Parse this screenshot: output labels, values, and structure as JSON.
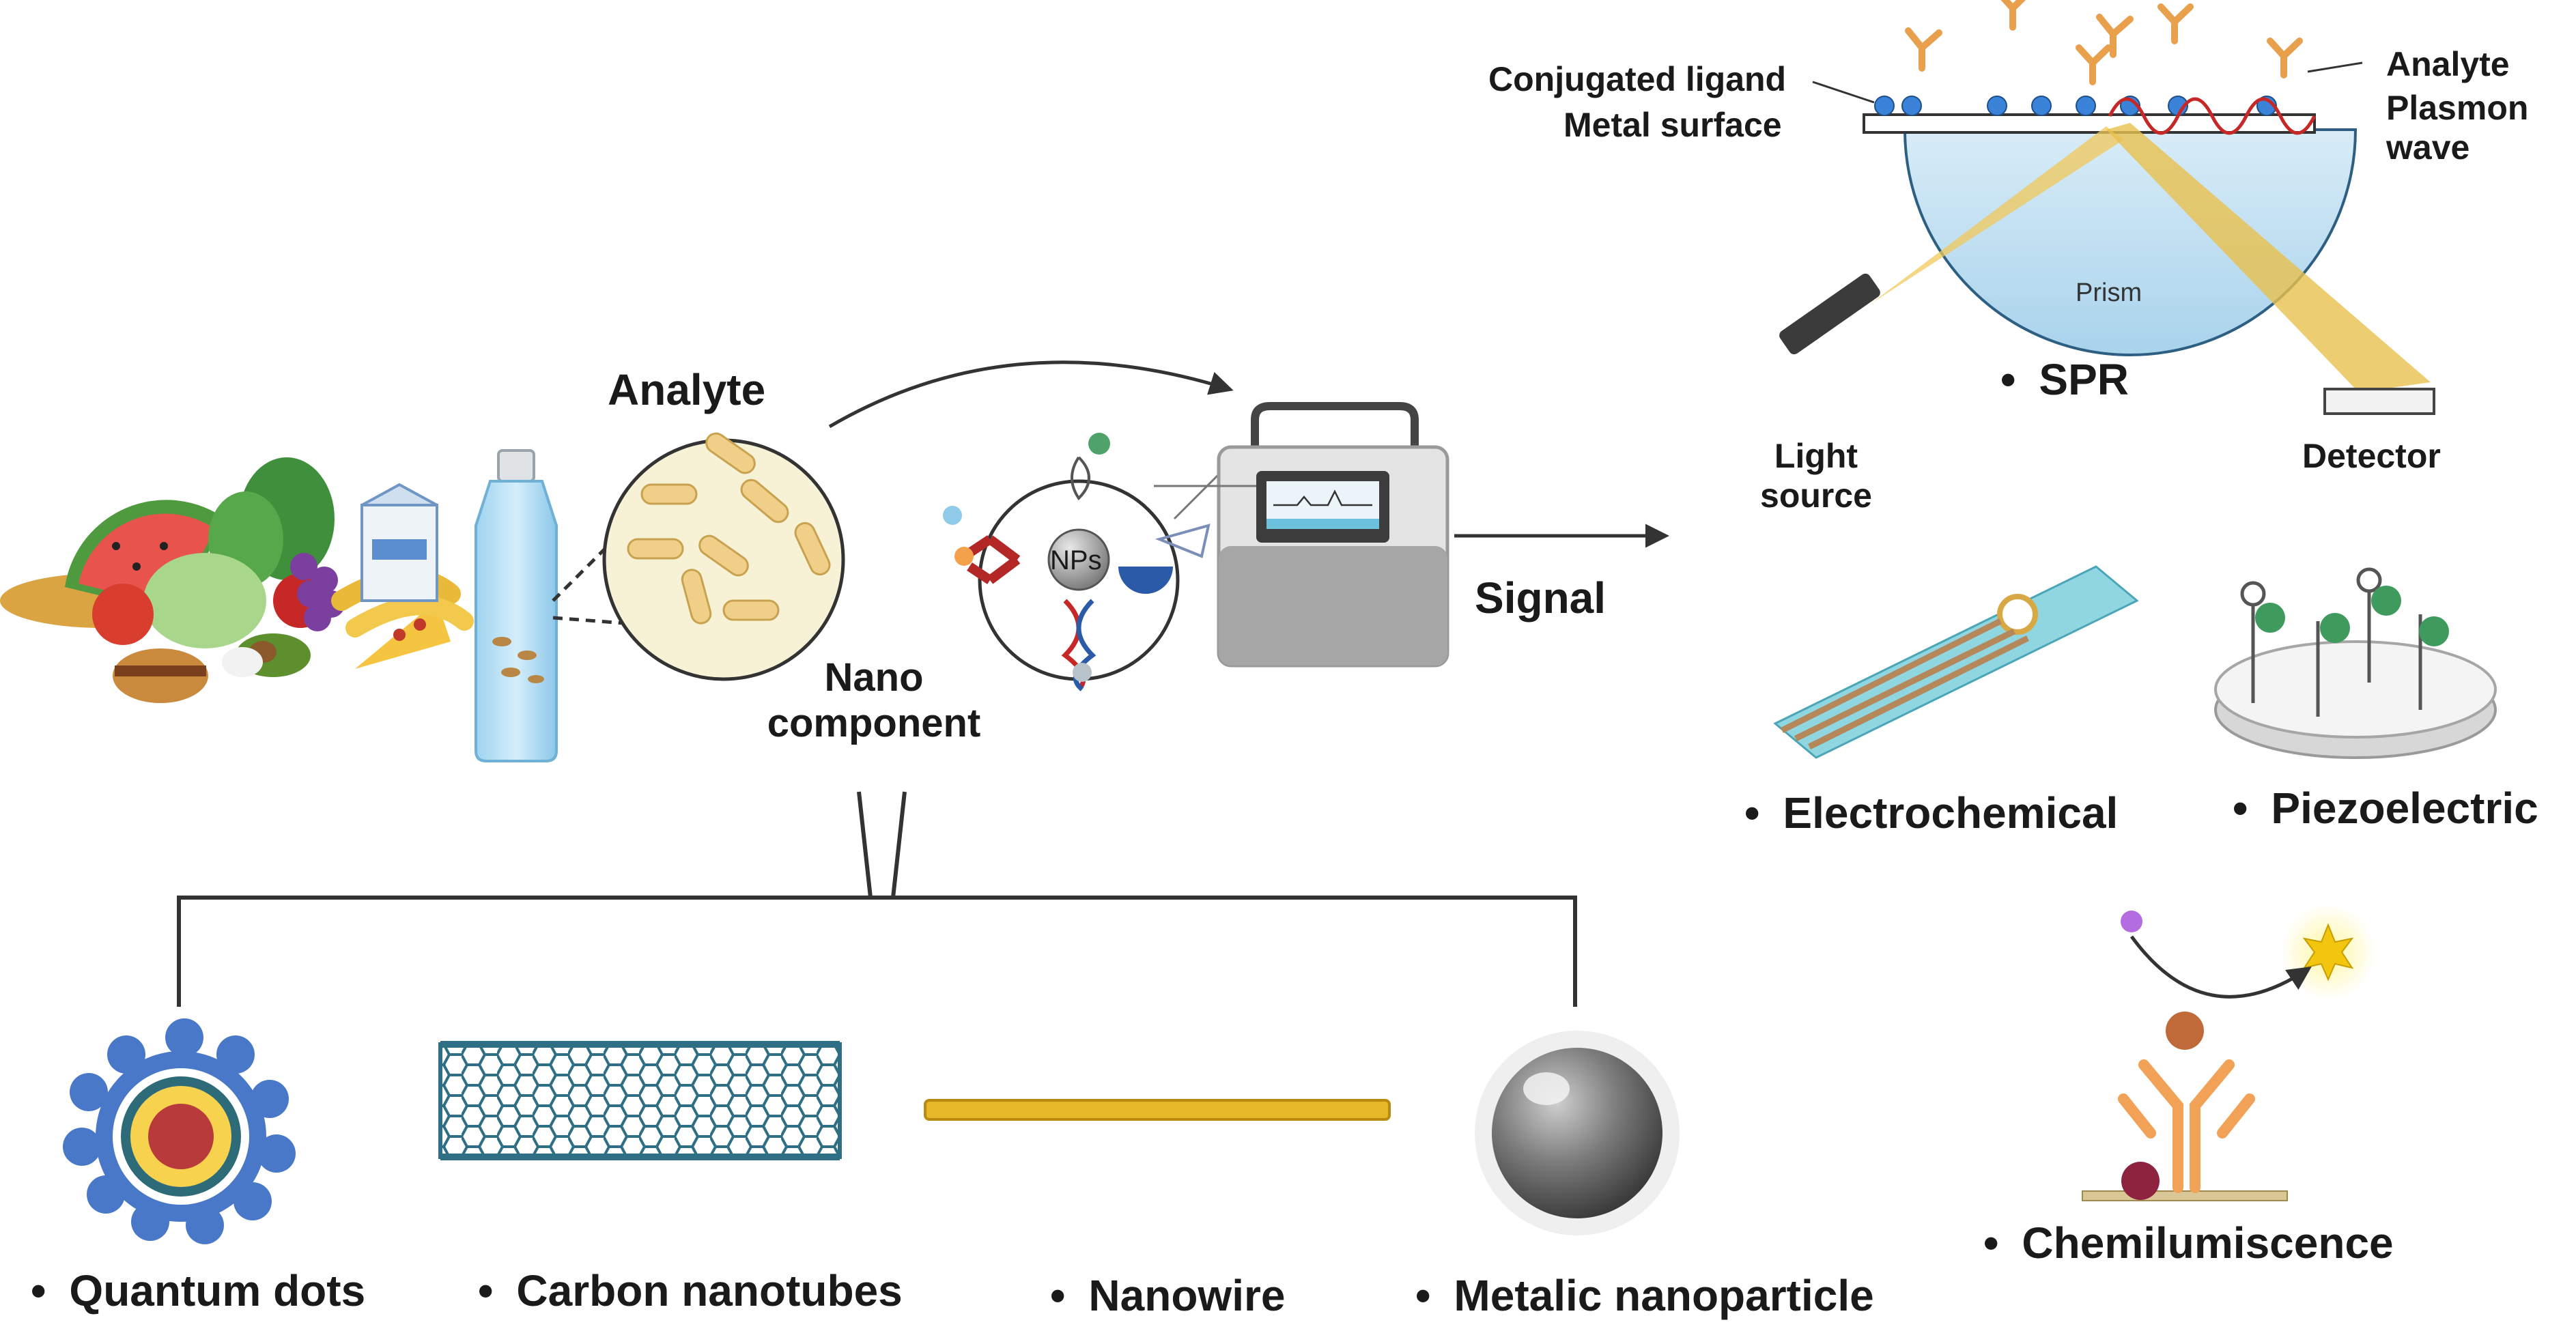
{
  "analyte": {
    "title": "Analyte"
  },
  "nano": {
    "title": "Nano\ncomponent",
    "np_label": "NPs"
  },
  "signal": {
    "label": "Signal"
  },
  "spr": {
    "conjugated_ligand": "Conjugated ligand",
    "metal_surface": "Metal surface",
    "analyte": "Analyte",
    "plasmon_wave": "Plasmon\nwave",
    "prism": "Prism",
    "light_source": "Light\nsource",
    "detector": "Detector",
    "title": "SPR"
  },
  "transducers": {
    "electrochemical": "Electrochemical",
    "piezoelectric": "Piezoelectric",
    "chemiluminescence": "Chemilumiscence"
  },
  "components": {
    "quantum_dots": "Quantum dots",
    "carbon_nanotubes": "Carbon nanotubes",
    "nanowire": "Nanowire",
    "metallic_nanoparticle": "Metalic nanoparticle"
  }
}
